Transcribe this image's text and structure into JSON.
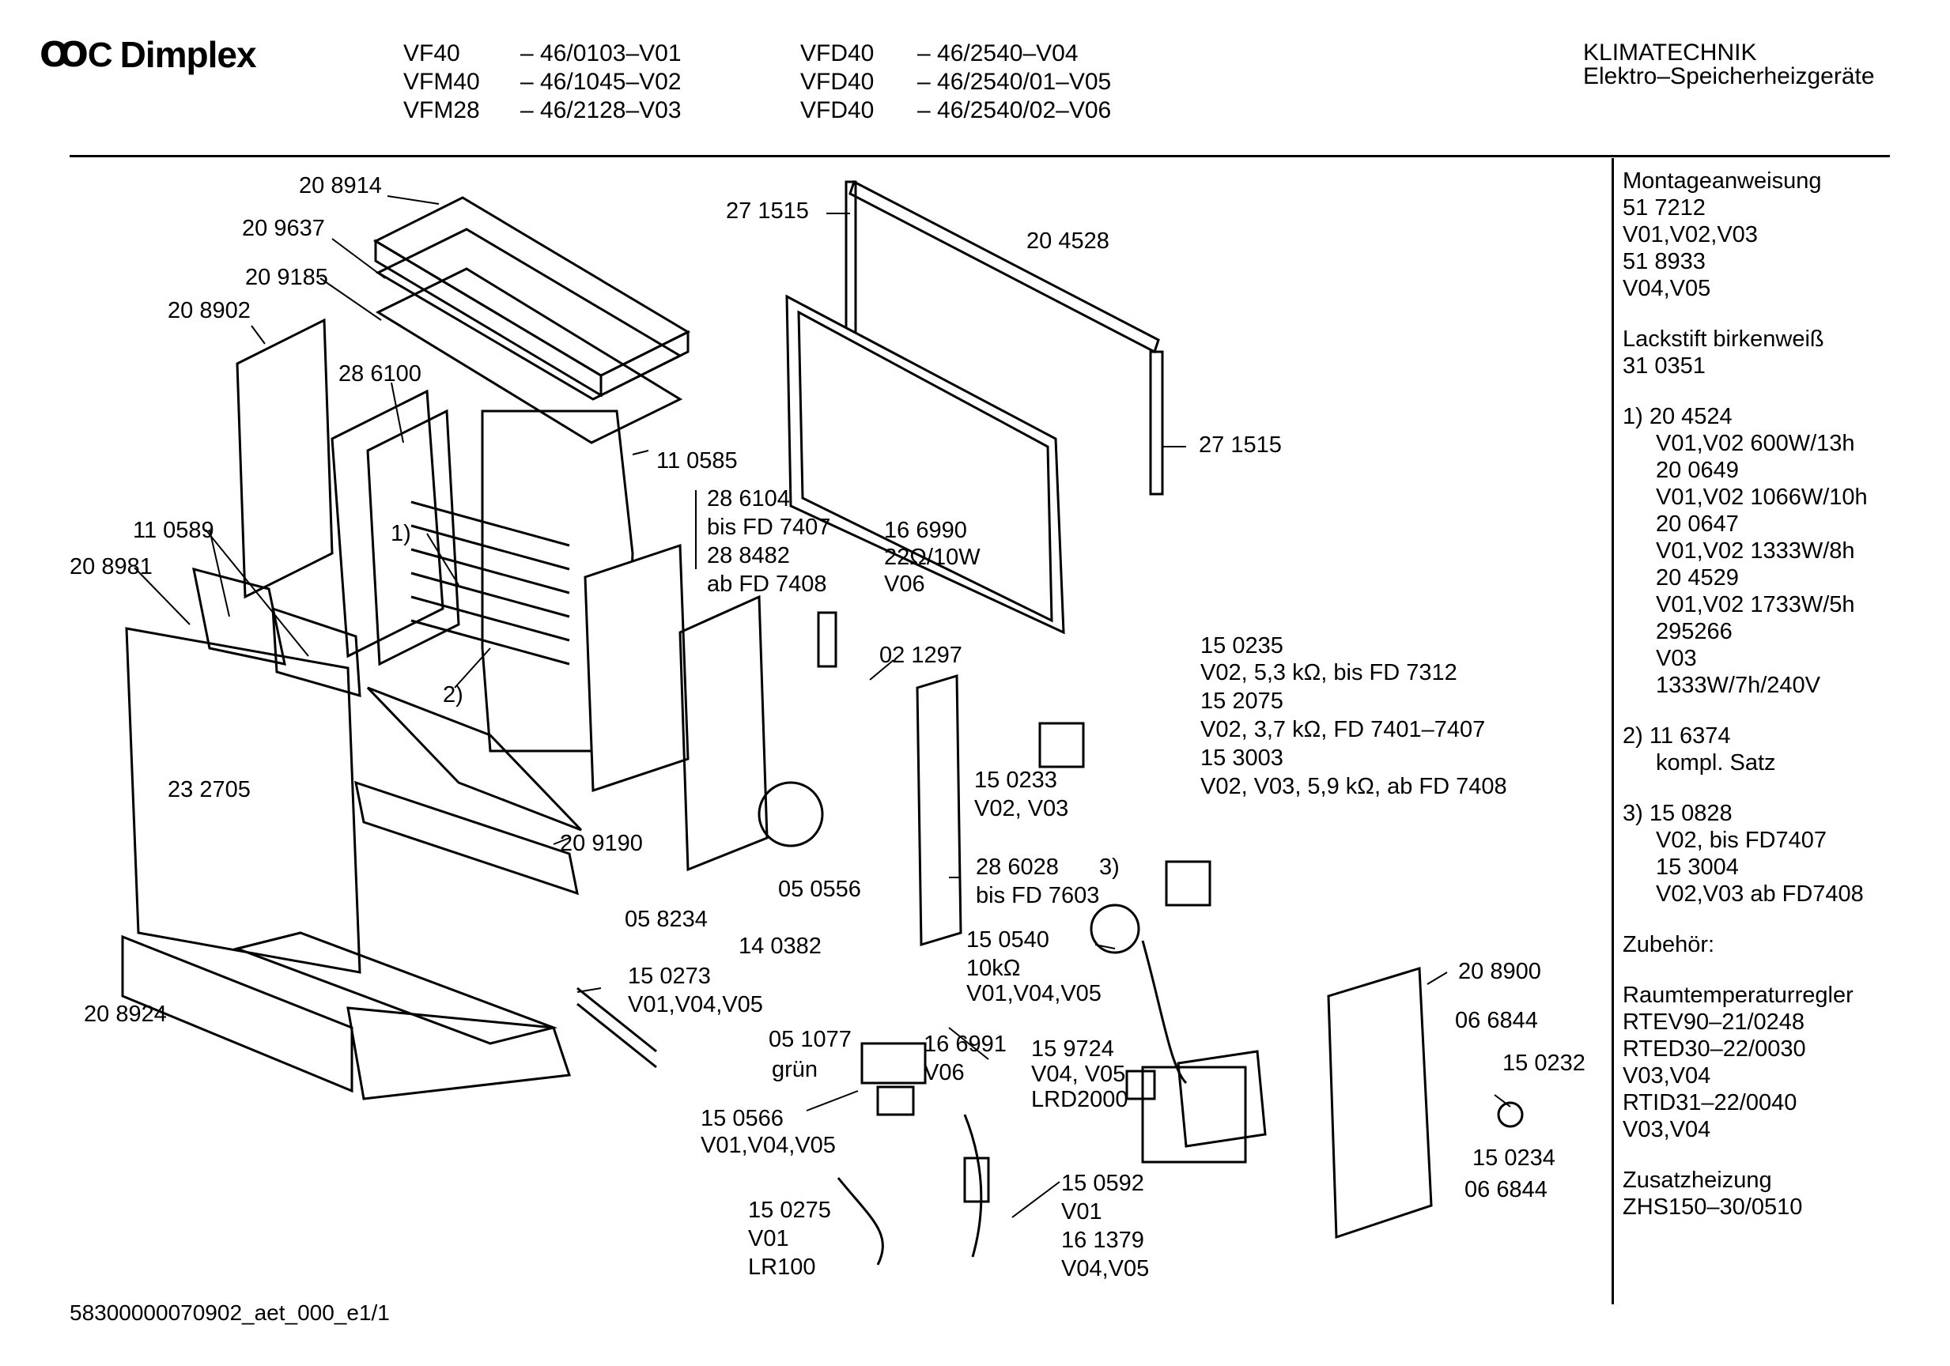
{
  "brand": {
    "logo_mark": "ꝎC",
    "logo_text": "Dimplex"
  },
  "models": {
    "col1": [
      "VF40",
      "VFM40",
      "VFM28"
    ],
    "col2": [
      "– 46/0103–V01",
      "– 46/1045–V02",
      "– 46/2128–V03"
    ],
    "col3": [
      "VFD40",
      "VFD40",
      "VFD40"
    ],
    "col4": [
      "– 46/2540–V04",
      "– 46/2540/01–V05",
      "– 46/2540/02–V06"
    ]
  },
  "category": {
    "line1": "KLIMATECHNIK",
    "line2": "Elektro–Speicherheizgeräte"
  },
  "sidebar": {
    "b1": [
      "Montageanweisung",
      "51 7212",
      "V01,V02,V03",
      "51 8933",
      "V04,V05"
    ],
    "b2": [
      "Lackstift  birkenweiß",
      "31 0351"
    ],
    "b3_head": "1) 20 4524",
    "b3": [
      "V01,V02 600W/13h",
      "20 0649",
      "V01,V02 1066W/10h",
      "20 0647",
      "V01,V02 1333W/8h",
      "20 4529",
      "V01,V02 1733W/5h",
      "295266",
      "V03",
      "1333W/7h/240V"
    ],
    "b4_head": "2) 11 6374",
    "b4": [
      "kompl. Satz"
    ],
    "b5_head": "3) 15 0828",
    "b5": [
      "V02, bis FD7407",
      "15 3004",
      "V02,V03 ab FD7408"
    ],
    "b6": [
      "Zubehör:"
    ],
    "b7": [
      "Raumtemperaturregler",
      "RTEV90–21/0248",
      "RTED30–22/0030",
      "V03,V04",
      "RTID31–22/0040",
      "V03,V04"
    ],
    "b8": [
      "Zusatzheizung",
      "ZHS150–30/0510"
    ]
  },
  "parts": {
    "p208914": "20 8914",
    "p209637": "20 9637",
    "p209185": "20 9185",
    "p208902": "20 8902",
    "p286100": "28 6100",
    "p271515a": "27 1515",
    "p204528": "20 4528",
    "p271515b": "27 1515",
    "p110585": "11 0585",
    "p286104": "28 6104",
    "pbisfd7407": "bis FD 7407",
    "p288482": "28 8482",
    "pabfd7408": "ab FD 7408",
    "p166990": "16 6990",
    "p22ohm": "22Ω/10W",
    "pv06a": "V06",
    "p110589": "11 0589",
    "p1": "1)",
    "p208981": "20 8981",
    "p2": "2)",
    "p232705": "23 2705",
    "p021297": "02 1297",
    "p150235": "15 0235",
    "p150235b": "V02, 5,3 kΩ, bis FD 7312",
    "p152075": "15 2075",
    "p152075b": "V02, 3,7 kΩ, FD 7401–7407",
    "p153003": "15 3003",
    "p153003b": "V02, V03, 5,9 kΩ, ab FD 7408",
    "p150233": "15 0233",
    "p150233b": "V02, V03",
    "p209190": "20 9190",
    "p286028": "28 6028",
    "pbisfd7603": "bis FD 7603",
    "p3": "3)",
    "p050556": "05 0556",
    "p058234": "05 8234",
    "p140382": "14 0382",
    "p150540": "15 0540",
    "p10kohm": "10kΩ",
    "p150540b": "V01,V04,V05",
    "p208900": "20 8900",
    "p150273": "15 0273",
    "p150273b": "V01,V04,V05",
    "p208924": "20 8924",
    "p051077": "05 1077",
    "pgruen": "grün",
    "p166991": "16 6991",
    "pv06b": "V06",
    "p159724": "15 9724",
    "p159724b": "V04, V05",
    "plrd2000": "LRD2000",
    "p066844a": "06 6844",
    "p150232": "15 0232",
    "p150566": "15 0566",
    "p150566b": "V01,V04,V05",
    "p150234": "15 0234",
    "p066844b": "06 6844",
    "p150592": "15 0592",
    "pv01a": "V01",
    "p161379": "16 1379",
    "p161379b": "V04,V05",
    "p150275": "15 0275",
    "pv01b": "V01",
    "plr100": "LR100"
  },
  "footer": "58300000070902_aet_000_e1/1"
}
